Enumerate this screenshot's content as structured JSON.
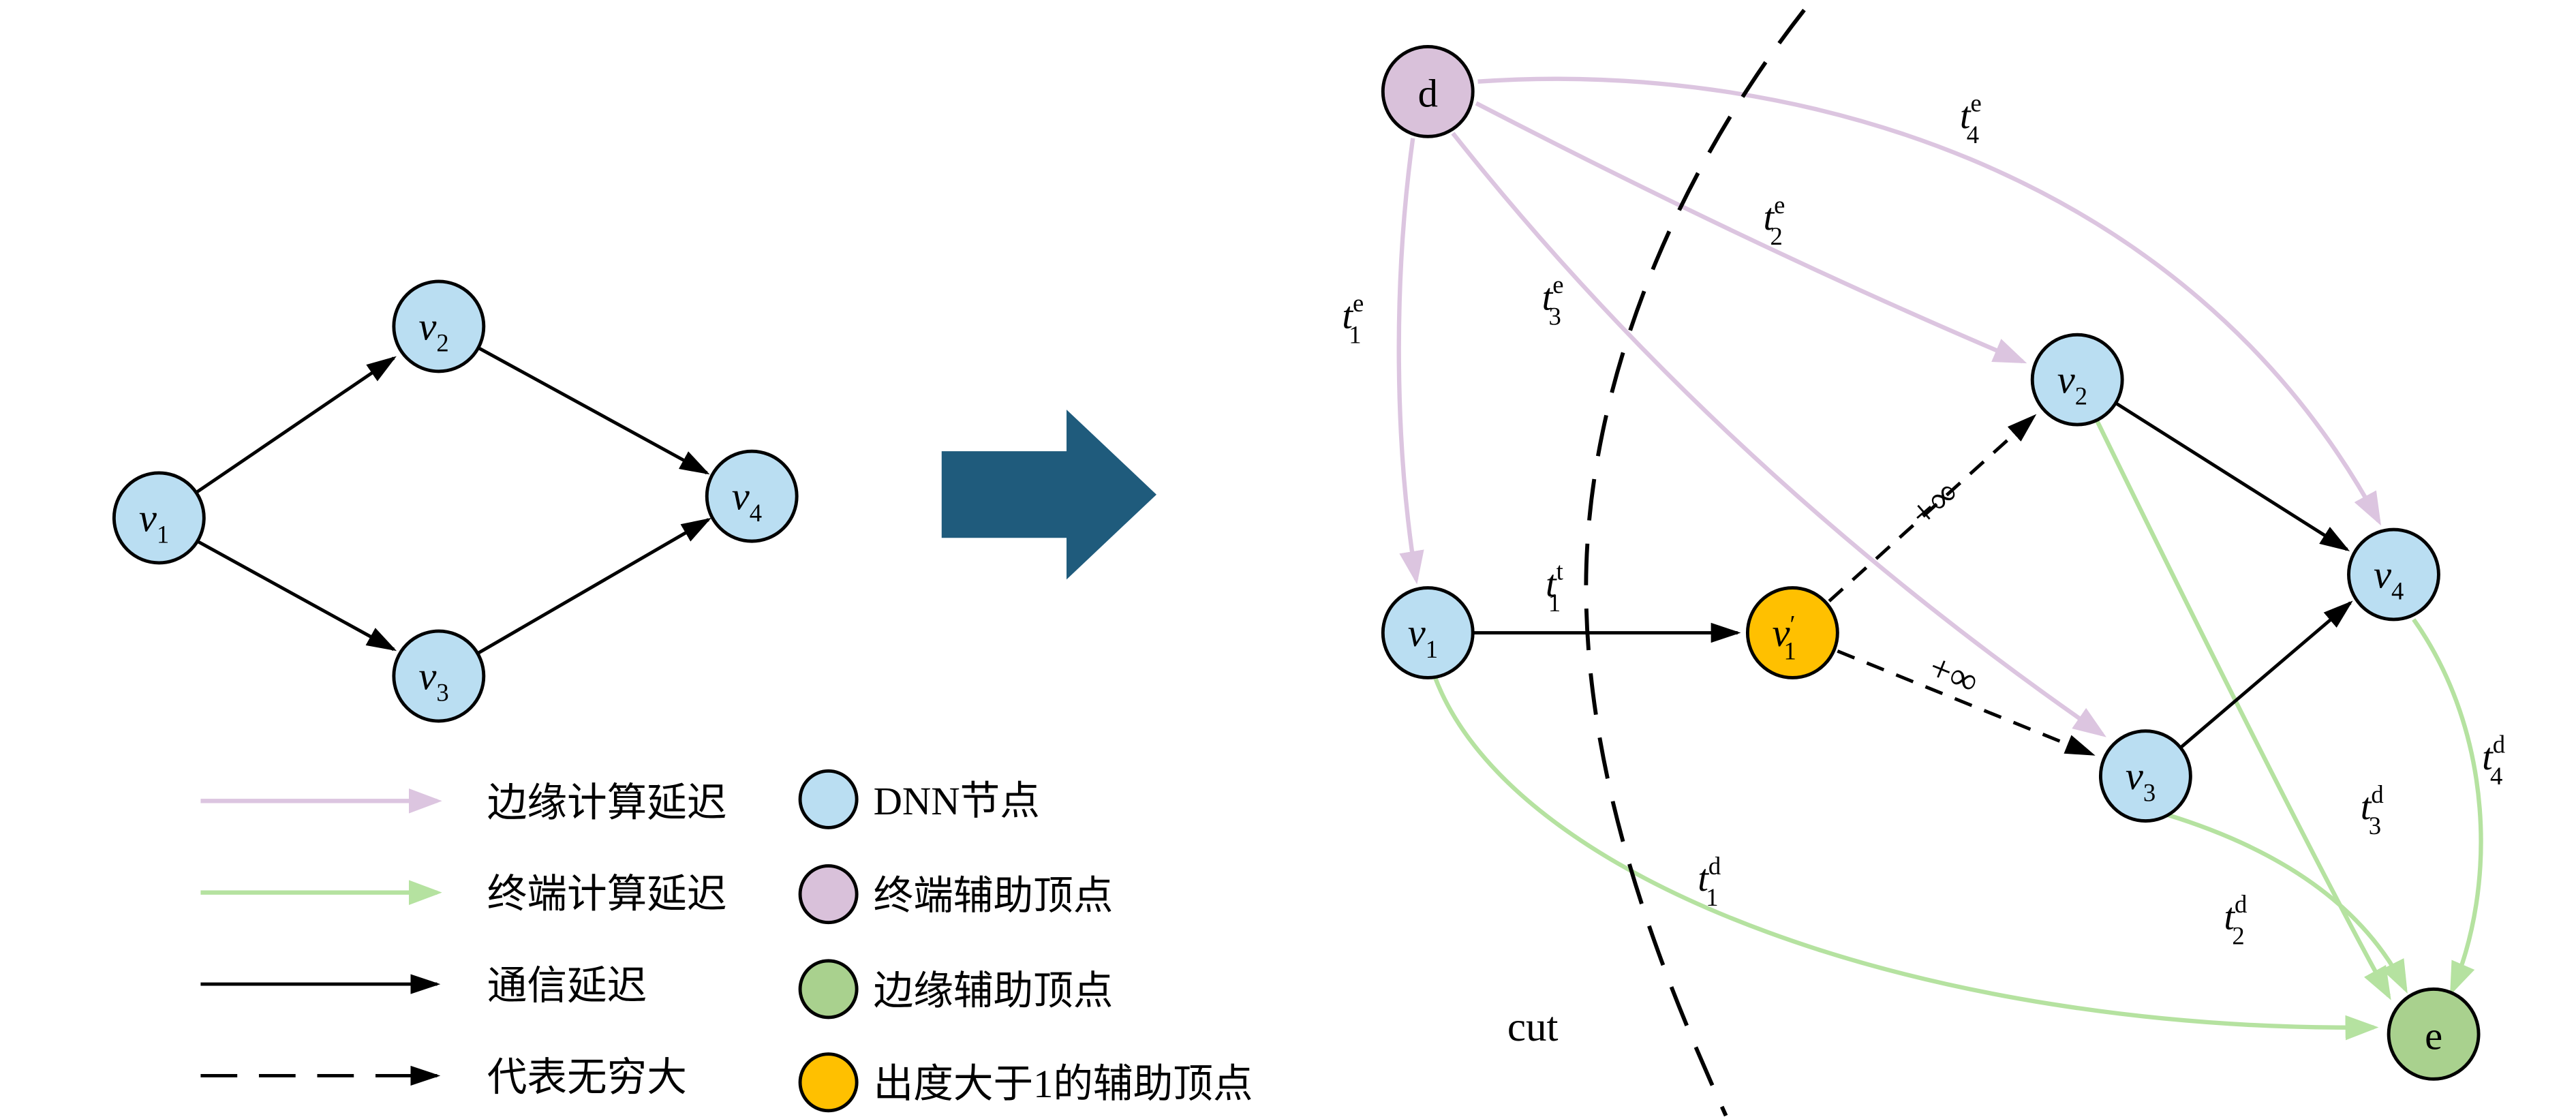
{
  "figure": {
    "cut_label": "cut"
  },
  "colors": {
    "dnn_node": "#badef2",
    "device_aux_node": "#d9c1da",
    "edge_aux_node": "#a9d18e",
    "outdeg_aux_node": "#ffc000",
    "edge_delay": "#dcc5e0",
    "device_delay": "#b5e2a0",
    "comm_delay": "#000000",
    "big_arrow": "#1f5b7c"
  },
  "legend": {
    "edge_delay_label": "边缘计算延迟",
    "device_delay_label": "终端计算延迟",
    "comm_delay_label": "通信延迟",
    "infinity_label": "代表无穷大",
    "dnn_node_label": "DNN节点",
    "device_aux_label": "终端辅助顶点",
    "edge_aux_label": "边缘辅助顶点",
    "outdeg_aux_label": "出度大于1的辅助顶点"
  },
  "left_graph": {
    "v1": {
      "base": "v",
      "sub": "1"
    },
    "v2": {
      "base": "v",
      "sub": "2"
    },
    "v3": {
      "base": "v",
      "sub": "3"
    },
    "v4": {
      "base": "v",
      "sub": "4"
    }
  },
  "right_graph": {
    "nodes": {
      "d": {
        "base": "d"
      },
      "v1": {
        "base": "v",
        "sub": "1"
      },
      "v1p": {
        "base": "v",
        "sub": "1",
        "sup": "′"
      },
      "v2": {
        "base": "v",
        "sub": "2"
      },
      "v3": {
        "base": "v",
        "sub": "3"
      },
      "v4": {
        "base": "v",
        "sub": "4"
      },
      "e": {
        "base": "e"
      }
    },
    "labels": {
      "t1e": {
        "base": "t",
        "sub": "1",
        "sup": "e"
      },
      "t2e": {
        "base": "t",
        "sub": "2",
        "sup": "e"
      },
      "t3e": {
        "base": "t",
        "sub": "3",
        "sup": "e"
      },
      "t4e": {
        "base": "t",
        "sub": "4",
        "sup": "e"
      },
      "t1t": {
        "base": "t",
        "sub": "1",
        "sup": "t"
      },
      "t1d": {
        "base": "t",
        "sub": "1",
        "sup": "d"
      },
      "t2d": {
        "base": "t",
        "sub": "2",
        "sup": "d"
      },
      "t3d": {
        "base": "t",
        "sub": "3",
        "sup": "d"
      },
      "t4d": {
        "base": "t",
        "sub": "4",
        "sup": "d"
      },
      "inf_v2": {
        "base": "+∞"
      },
      "inf_v3": {
        "base": "+∞"
      }
    }
  }
}
